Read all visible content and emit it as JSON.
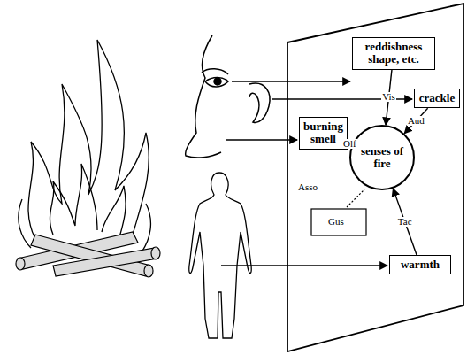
{
  "diagram": {
    "nodes": [
      {
        "text": [
          "reddishness shape, etc."
        ]
      },
      {
        "text": [
          "burning smell"
        ]
      },
      {
        "text": [
          "senses of fire"
        ]
      },
      {
        "text": [
          "crackle"
        ]
      },
      {
        "text": [
          "warmth"
        ]
      }
    ],
    "edges": [
      {
        "from": 0,
        "to": 2,
        "arrow": "to",
        "label": "Vis"
      },
      {
        "from": 1,
        "to": 2,
        "arrow": "to",
        "label": "Olf"
      },
      {
        "from": 3,
        "to": 2,
        "arrow": "to",
        "label": "Aud"
      },
      {
        "from": 4,
        "to": 2,
        "arrow": "to",
        "label": "Tac"
      }
    ],
    "labels": [
      "Asso",
      "Gus"
    ]
  }
}
